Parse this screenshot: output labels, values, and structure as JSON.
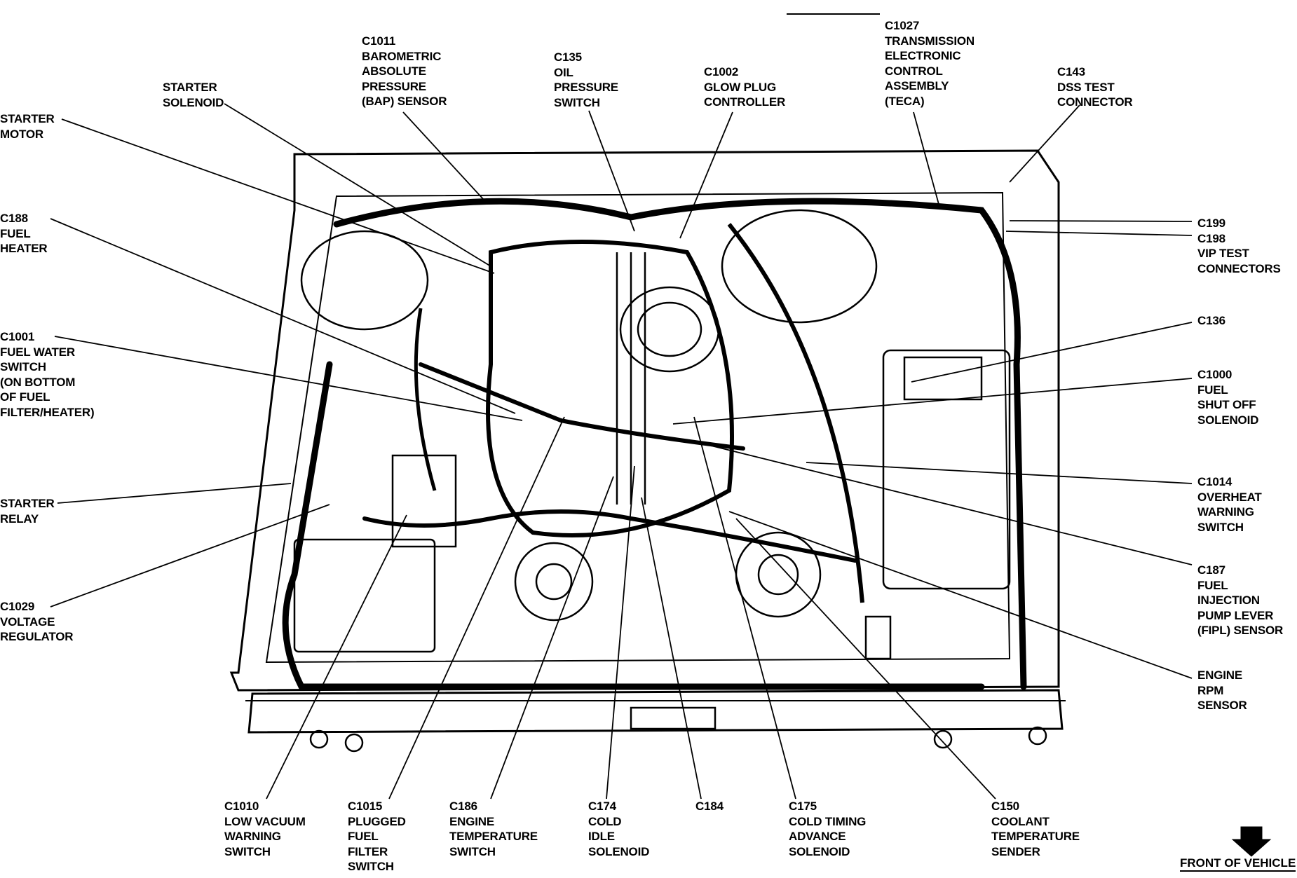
{
  "callouts": {
    "starter_motor": [
      "STARTER",
      "MOTOR"
    ],
    "starter_solenoid": [
      "STARTER",
      "SOLENOID"
    ],
    "c1011": [
      "C1011",
      "BAROMETRIC",
      "ABSOLUTE",
      "PRESSURE",
      "(BAP) SENSOR"
    ],
    "c135": [
      "C135",
      "OIL",
      "PRESSURE",
      "SWITCH"
    ],
    "c1002": [
      "C1002",
      "GLOW PLUG",
      "CONTROLLER"
    ],
    "c1027": [
      "C1027",
      "TRANSMISSION",
      "ELECTRONIC",
      "CONTROL",
      "ASSEMBLY",
      "(TECA)"
    ],
    "c143": [
      "C143",
      "DSS TEST",
      "CONNECTOR"
    ],
    "c188": [
      "C188",
      "FUEL",
      "HEATER"
    ],
    "c199_c198": [
      "C199",
      "C198",
      "VIP TEST",
      "CONNECTORS"
    ],
    "c136": [
      "C136"
    ],
    "c1001": [
      "C1001",
      "FUEL WATER",
      "SWITCH",
      "(ON BOTTOM",
      "OF FUEL",
      "FILTER/HEATER)"
    ],
    "c1000": [
      "C1000",
      "FUEL",
      "SHUT OFF",
      "SOLENOID"
    ],
    "starter_relay": [
      "STARTER",
      "RELAY"
    ],
    "c1014": [
      "C1014",
      "OVERHEAT",
      "WARNING",
      "SWITCH"
    ],
    "c187": [
      "C187",
      "FUEL",
      "INJECTION",
      "PUMP LEVER",
      "(FIPL) SENSOR"
    ],
    "c1029": [
      "C1029",
      "VOLTAGE",
      "REGULATOR"
    ],
    "engine_rpm": [
      "ENGINE",
      "RPM",
      "SENSOR"
    ],
    "c1010": [
      "C1010",
      "LOW VACUUM",
      "WARNING",
      "SWITCH"
    ],
    "c1015": [
      "C1015",
      "PLUGGED",
      "FUEL",
      "FILTER",
      "SWITCH"
    ],
    "c186": [
      "C186",
      "ENGINE",
      "TEMPERATURE",
      "SWITCH"
    ],
    "c174": [
      "C174",
      "COLD",
      "IDLE",
      "SOLENOID"
    ],
    "c184": [
      "C184"
    ],
    "c175": [
      "C175",
      "COLD TIMING",
      "ADVANCE",
      "SOLENOID"
    ],
    "c150": [
      "C150",
      "COOLANT",
      "TEMPERATURE",
      "SENDER"
    ]
  },
  "front_of_vehicle": "FRONT OF VEHICLE"
}
